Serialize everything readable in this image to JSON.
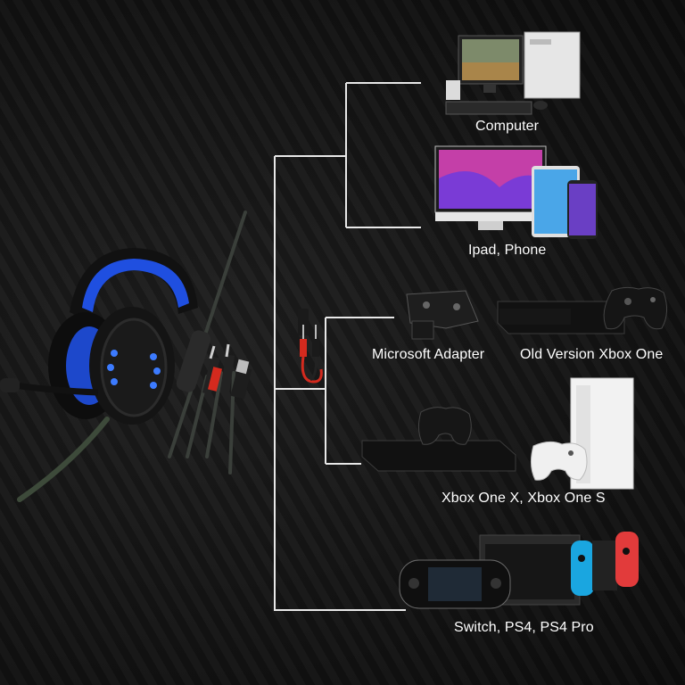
{
  "devices": {
    "computer": {
      "label": "Computer"
    },
    "ipad_phone": {
      "label": "Ipad, Phone"
    },
    "microsoft_adapter": {
      "label": "Microsoft Adapter"
    },
    "old_xbox_one": {
      "label": "Old Version Xbox One"
    },
    "xbox_one_x_s": {
      "label": "Xbox One X, Xbox One S"
    },
    "switch_ps4": {
      "label": "Switch, PS4, PS4 Pro"
    }
  },
  "colors": {
    "background": "#151515",
    "headset_blue": "#1f4fe0",
    "connector_red": "#d42a1e",
    "tree_lines": "#e8e8e8",
    "joycon_blue": "#1aa6e0",
    "joycon_red": "#e23b3b"
  },
  "icons": [
    "headset-illustration",
    "splitter-adapter-illustration",
    "computer-illustration",
    "ipad-phone-illustration",
    "microsoft-adapter-illustration",
    "old-xbox-one-illustration",
    "xbox-one-x-s-illustration",
    "switch-ps4-illustration"
  ]
}
